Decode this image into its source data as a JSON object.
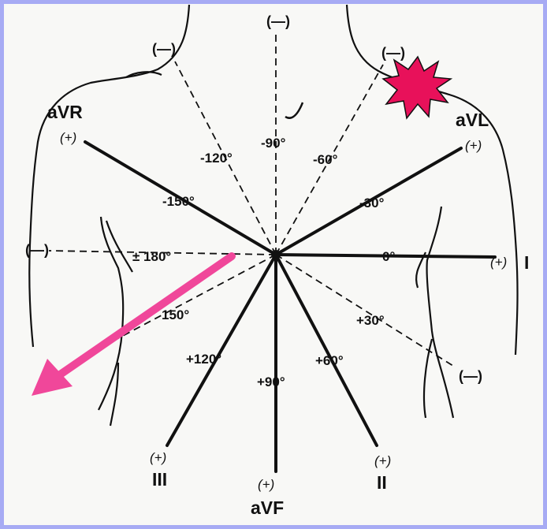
{
  "diagram": {
    "leads": {
      "aVR": "aVR",
      "aVL": "aVL",
      "I": "I",
      "II": "II",
      "III": "III",
      "aVF": "aVF"
    },
    "degrees": {
      "neg90": "-90°",
      "neg120": "-120°",
      "neg60": "-60°",
      "neg150": "-150°",
      "neg30": "-30°",
      "pm180": "± 180°",
      "zero": "0°",
      "pos150": "150°",
      "pos30": "+30°",
      "pos120": "+120°",
      "pos60": "+60°",
      "pos90": "+90°"
    },
    "poles": {
      "positive": "(+)",
      "negative": "(—)"
    },
    "colors": {
      "frame_border": "#a7abf4",
      "arrow": "#f0479a",
      "star": "#e8115a"
    }
  }
}
